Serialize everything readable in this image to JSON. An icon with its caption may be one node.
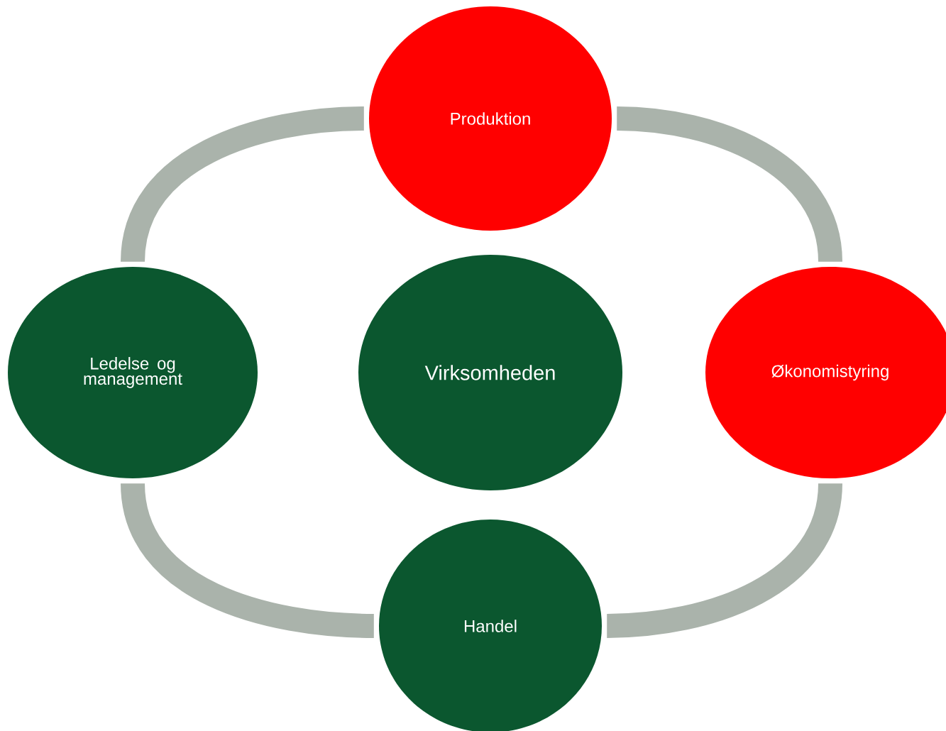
{
  "diagram": {
    "nodes": [
      {
        "text": [
          "Produktion"
        ]
      },
      {
        "text": [
          "Ledelse og management"
        ]
      },
      {
        "text": [
          "Virksomheden"
        ]
      },
      {
        "text": [
          "Økonomistyring"
        ]
      },
      {
        "text": [
          "Handel"
        ]
      }
    ],
    "edges": [
      {
        "from": 0,
        "to": 3,
        "arrow": "none"
      },
      {
        "from": 3,
        "to": 4,
        "arrow": "none"
      },
      {
        "from": 4,
        "to": 1,
        "arrow": "none"
      },
      {
        "from": 1,
        "to": 0,
        "arrow": "none"
      }
    ]
  }
}
